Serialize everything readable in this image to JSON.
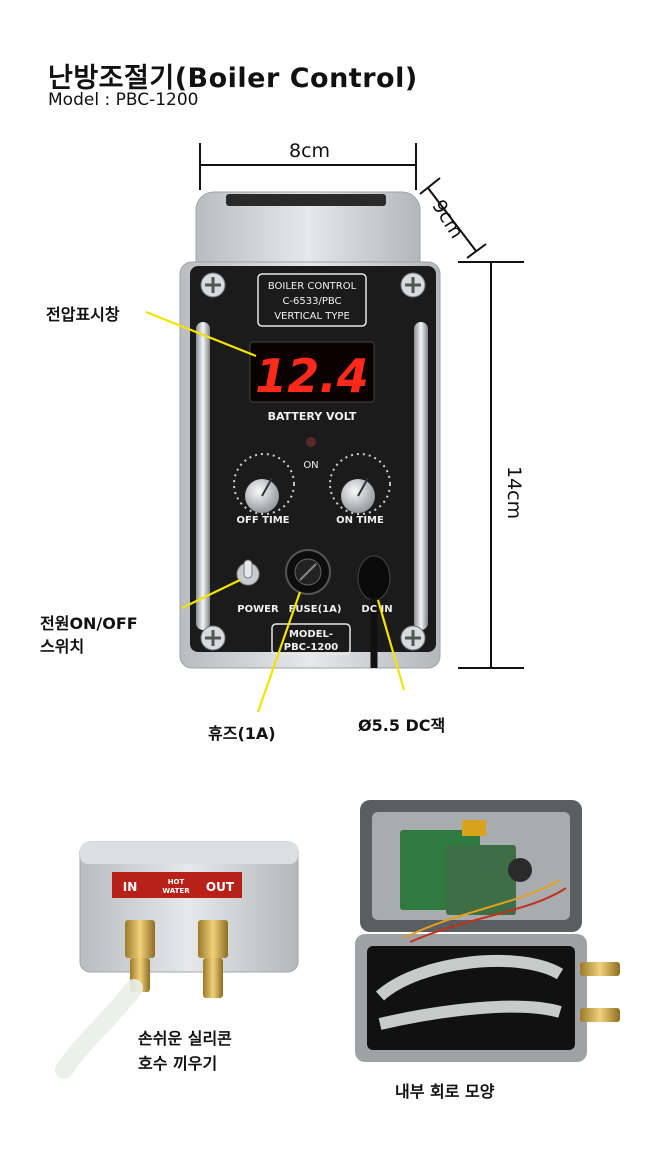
{
  "header": {
    "title": "난방조절기(Boiler Control)",
    "model": "Model : PBC-1200"
  },
  "dimensions": {
    "width": "8cm",
    "depth": "9cm",
    "height": "14cm"
  },
  "device": {
    "nameplate": [
      "BOILER CONTROL",
      "C-6533/PBC",
      "VERTICAL TYPE"
    ],
    "display_value": "12.4",
    "display_caption": "BATTERY VOLT",
    "on_label": "ON",
    "knob_left": "OFF TIME",
    "knob_right": "ON TIME",
    "bottom_labels": {
      "power": "POWER",
      "fuse": "FUSE(1A)",
      "dc": "DC IN"
    },
    "model_plate": [
      "MODEL-",
      "PBC-1200"
    ],
    "hose_plate": {
      "in": "IN",
      "hot_water_1": "HOT",
      "hot_water_2": "WATER",
      "out": "OUT"
    }
  },
  "callouts": {
    "display": "전압표시창",
    "switch_1": "전원ON/OFF",
    "switch_2": "스위치",
    "fuse": "휴즈(1A)",
    "dc_jack": "Ø5.5 DC잭",
    "hose_1": "손쉬운 실리콘",
    "hose_2": "호수 끼우기",
    "internal": "내부 회로 모양"
  },
  "colors": {
    "accent": "#f2e400",
    "led": "#ff2a1a",
    "panel": "#1b1b1b",
    "housing": "#cfd2d4"
  }
}
